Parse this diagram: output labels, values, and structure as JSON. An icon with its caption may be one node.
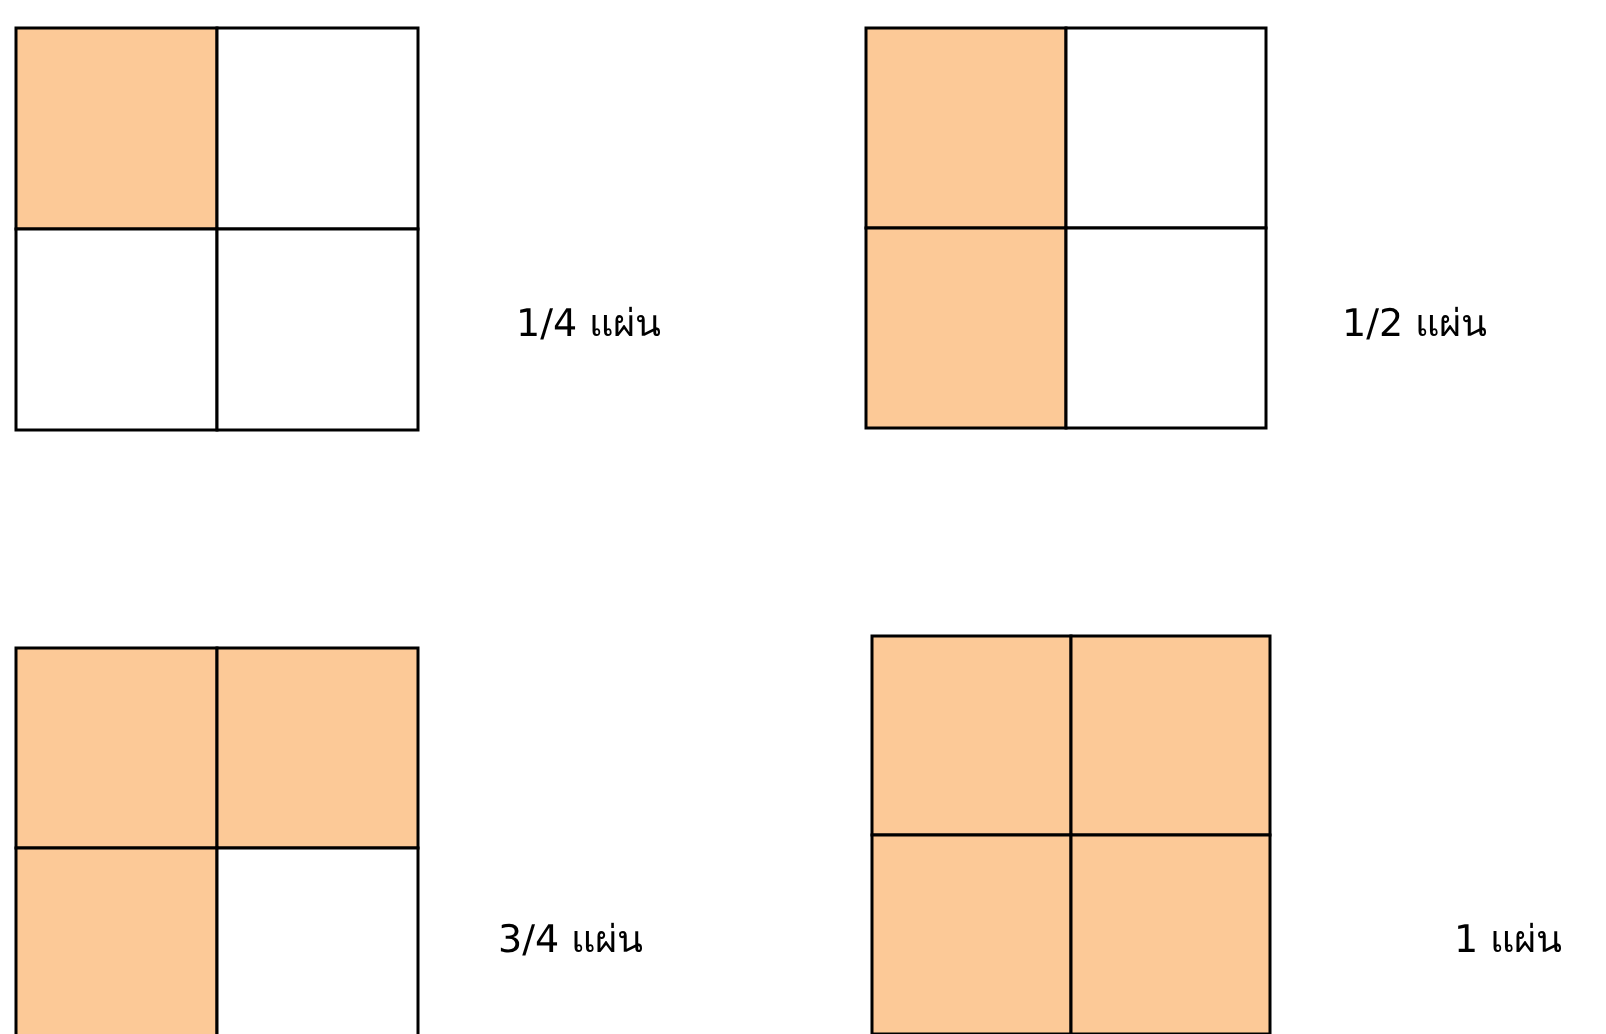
{
  "diagram": {
    "labels": [
      "1/4 แผ่น",
      "1/2 แผ่น",
      "3/4 แผ่น",
      "1 แผ่น"
    ]
  }
}
